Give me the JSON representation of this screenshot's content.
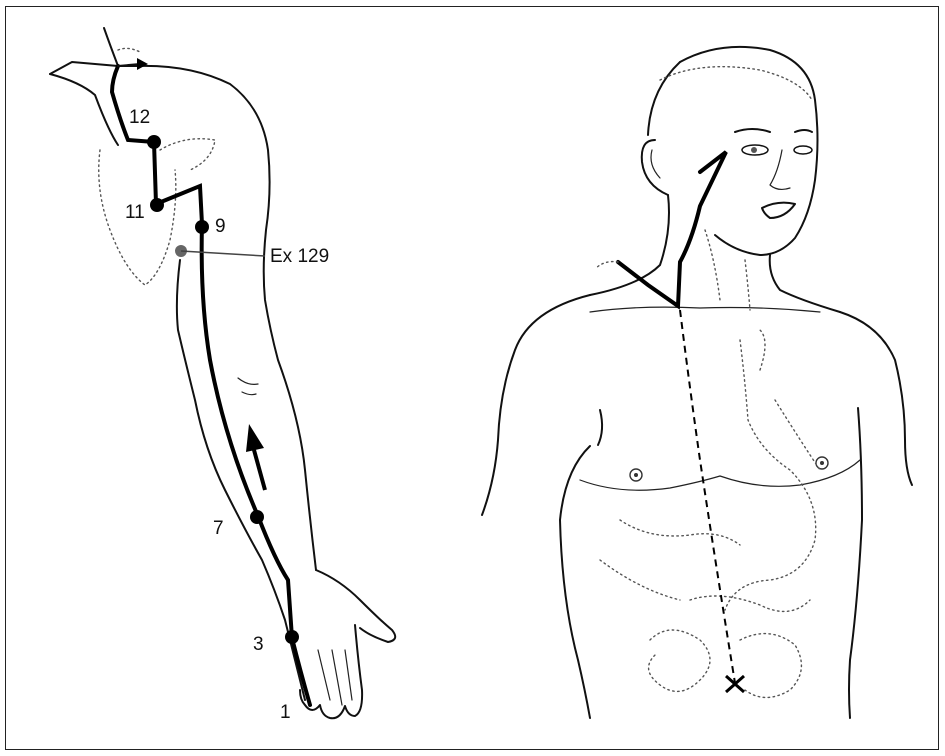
{
  "points": {
    "p12": "12",
    "p11": "11",
    "p9": "9",
    "ex": "Ex 129",
    "p7": "7",
    "p3": "3",
    "p1": "1"
  },
  "colors": {
    "meridian": "#000000",
    "extra_point": "#666666",
    "outline": "#111111"
  }
}
